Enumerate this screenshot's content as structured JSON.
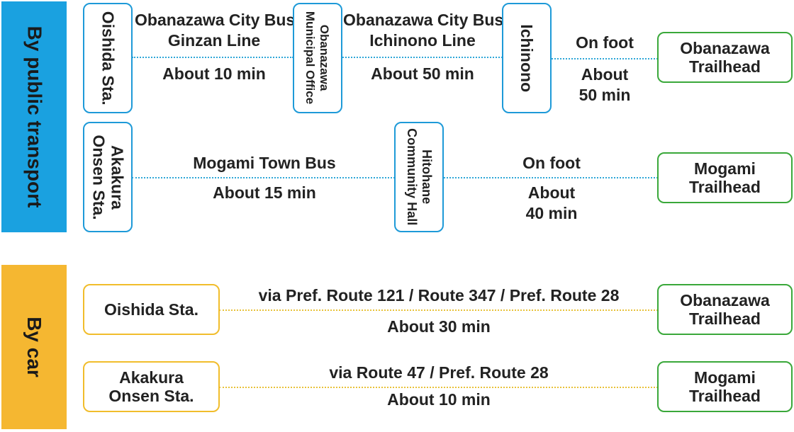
{
  "public_transport": {
    "section_label": "By public transport",
    "route1": {
      "start": "Oishida Sta.",
      "leg1": {
        "line1": "Obanazawa City Bus",
        "line2": "Ginzan Line",
        "time": "About 10 min"
      },
      "stop1": {
        "line1": "Obanazawa",
        "line2": "Municipal Office"
      },
      "leg2": {
        "line1": "Obanazawa City Bus",
        "line2": "Ichinono Line",
        "time": "About 50 min"
      },
      "stop2": "Ichinono",
      "leg3": {
        "mode": "On foot",
        "time_line1": "About",
        "time_line2": "50 min"
      },
      "end": {
        "line1": "Obanazawa",
        "line2": "Trailhead"
      }
    },
    "route2": {
      "start": {
        "line1": "Akakura",
        "line2": "Onsen Sta."
      },
      "leg1": {
        "line1": "Mogami Town Bus",
        "time": "About 15 min"
      },
      "stop1": {
        "line1": "Hitohane",
        "line2": "Community Hall"
      },
      "leg2": {
        "mode": "On foot",
        "time_line1": "About",
        "time_line2": "40 min"
      },
      "end": {
        "line1": "Mogami",
        "line2": "Trailhead"
      }
    }
  },
  "car": {
    "section_label": "By car",
    "route1": {
      "start": "Oishida Sta.",
      "via": "via Pref. Route 121 / Route 347 / Pref. Route 28",
      "time": "About 30 min",
      "end": {
        "line1": "Obanazawa",
        "line2": "Trailhead"
      }
    },
    "route2": {
      "start": {
        "line1": "Akakura",
        "line2": "Onsen Sta."
      },
      "via": "via Route 47 / Pref. Route 28",
      "time": "About 10 min",
      "end": {
        "line1": "Mogami",
        "line2": "Trailhead"
      }
    }
  },
  "colors": {
    "public_transport_band": "#1aa1e0",
    "car_band": "#f5b731",
    "station_border": "#1e9ad8",
    "trailhead_border": "#3aa83a",
    "car_station_border": "#f1bd2c"
  }
}
